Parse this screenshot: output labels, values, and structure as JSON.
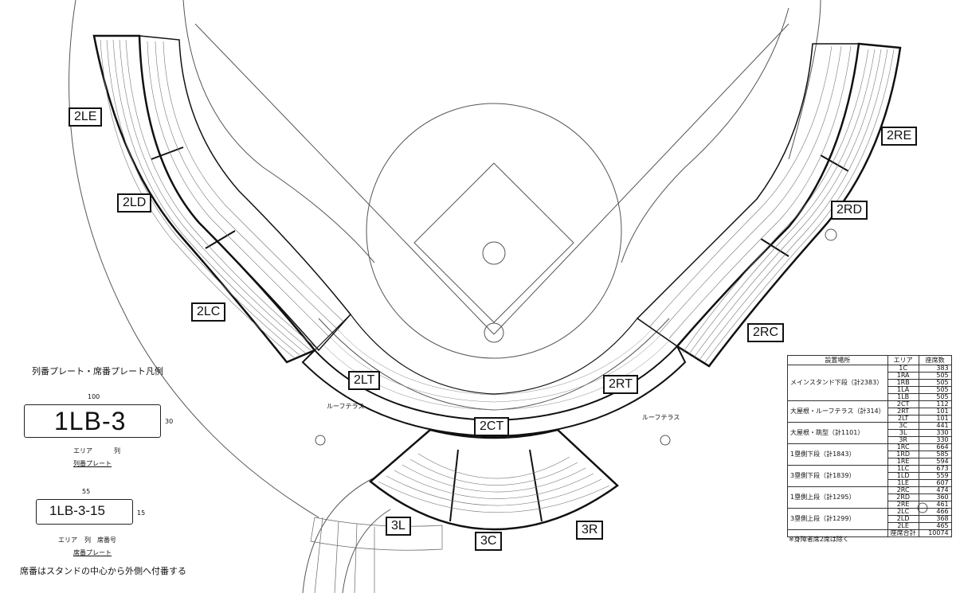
{
  "section_labels": {
    "s2LE": "2LE",
    "s2LD": "2LD",
    "s2LC": "2LC",
    "s2LT": "2LT",
    "s2CT": "2CT",
    "s2RT": "2RT",
    "s2RC": "2RC",
    "s2RD": "2RD",
    "s2RE": "2RE",
    "s3L": "3L",
    "s3C": "3C",
    "s3R": "3R"
  },
  "map_annotations": {
    "roof_terrace_left": "ルーフテラス",
    "roof_terrace_right": "ルーフテラス"
  },
  "legend": {
    "title": "列番プレート・席番プレート凡例",
    "row_plate": {
      "text": "1LB-3",
      "width_dim": "100",
      "height_dim": "30",
      "part1": "エリア",
      "part2": "列",
      "caption": "列番プレート"
    },
    "seat_plate": {
      "text": "1LB-3-15",
      "width_dim": "55",
      "height_dim": "15",
      "part1": "エリア",
      "part2": "列",
      "part3": "席番号",
      "caption": "席番プレート"
    }
  },
  "footnote": "席番はスタンドの中心から外側へ付番する",
  "seat_table": {
    "headers": [
      "設置場所",
      "エリア",
      "座席数"
    ],
    "groups": [
      {
        "location": "メインスタンド下段（計2383）",
        "rows": [
          [
            "1C",
            "383"
          ],
          [
            "1RA",
            "505"
          ],
          [
            "1RB",
            "505"
          ],
          [
            "1LA",
            "505"
          ],
          [
            "1LB",
            "505"
          ]
        ]
      },
      {
        "location": "大屋根・ルーフテラス（計314）",
        "rows": [
          [
            "2CT",
            "112"
          ],
          [
            "2RT",
            "101"
          ],
          [
            "2LT",
            "101"
          ]
        ]
      },
      {
        "location": "大屋根・跳型（計1101）",
        "rows": [
          [
            "3C",
            "441"
          ],
          [
            "3L",
            "330"
          ],
          [
            "3R",
            "330"
          ]
        ]
      },
      {
        "location": "1塁側下段（計1843）",
        "rows": [
          [
            "1RC",
            "664"
          ],
          [
            "1RD",
            "585"
          ],
          [
            "1RE",
            "594"
          ]
        ]
      },
      {
        "location": "3塁側下段（計1839）",
        "rows": [
          [
            "1LC",
            "673"
          ],
          [
            "1LD",
            "559"
          ],
          [
            "1LE",
            "607"
          ]
        ]
      },
      {
        "location": "1塁側上段（計1295）",
        "rows": [
          [
            "2RC",
            "474"
          ],
          [
            "2RD",
            "360"
          ],
          [
            "2RE",
            "461"
          ]
        ]
      },
      {
        "location": "3塁側上段（計1299）",
        "rows": [
          [
            "2LC",
            "466"
          ],
          [
            "2LD",
            "368"
          ],
          [
            "2LE",
            "465"
          ]
        ]
      }
    ],
    "total_label": "座席合計",
    "total_value": "10074",
    "note": "※身障者席2席は除く"
  }
}
